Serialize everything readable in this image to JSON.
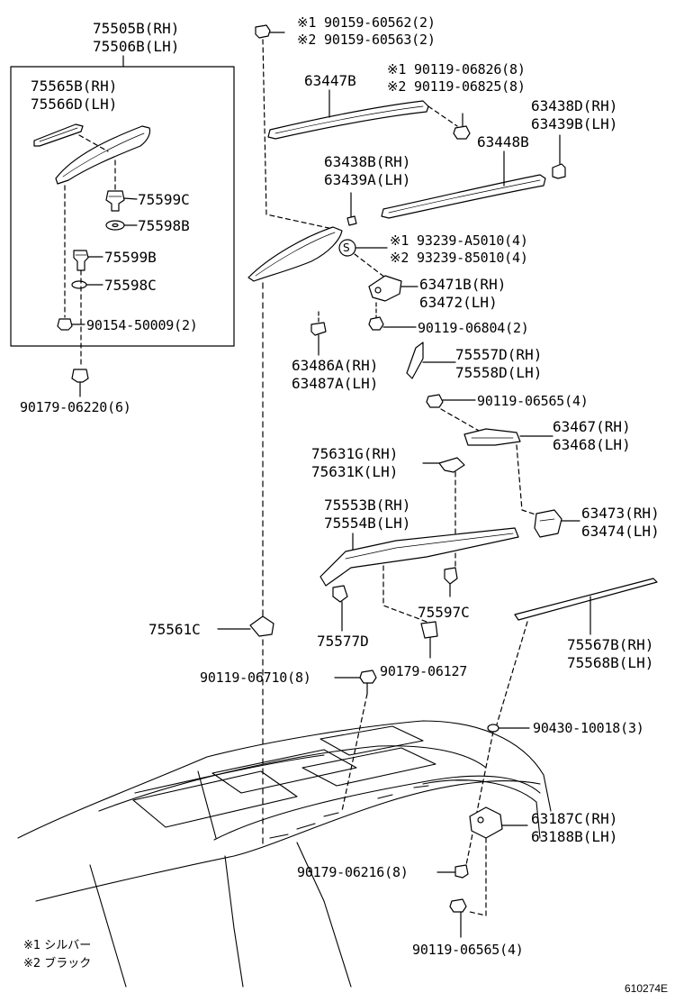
{
  "labels": {
    "l75505": [
      "75505B(RH)",
      "75506B(LH)"
    ],
    "l75565": [
      "75565B(RH)",
      "75566D(LH)"
    ],
    "l75599c": "75599C",
    "l75598b": "75598B",
    "l75599b": "75599B",
    "l75598c": "75598C",
    "l90154": "90154-50009(2)",
    "l90179a": "90179-06220(6)",
    "l90159": [
      "※1 90159-60562(2)",
      "※2 90159-60563(2)"
    ],
    "l63447": "63447B",
    "l90119a": [
      "※1 90119-06826(8)",
      "※2 90119-06825(8)"
    ],
    "l63438d": [
      "63438D(RH)",
      "63439B(LH)"
    ],
    "l63448": "63448B",
    "l63438b": [
      "63438B(RH)",
      "63439A(LH)"
    ],
    "l93239": [
      "※1 93239-A5010(4)",
      "※2 93239-85010(4)"
    ],
    "s_symbol": "S",
    "l63471": [
      "63471B(RH)",
      "63472(LH)"
    ],
    "l90119b": "90119-06804(2)",
    "l63486": [
      "63486A(RH)",
      "63487A(LH)"
    ],
    "l75557": [
      "75557D(RH)",
      "75558D(LH)"
    ],
    "l90119c": "90119-06565(4)",
    "l63467": [
      "63467(RH)",
      "63468(LH)"
    ],
    "l75631": [
      "75631G(RH)",
      "75631K(LH)"
    ],
    "l75553": [
      "75553B(RH)",
      "75554B(LH)"
    ],
    "l63473": [
      "63473(RH)",
      "63474(LH)"
    ],
    "l75597c": "75597C",
    "l75561c": "75561C",
    "l75577d": "75577D",
    "l90179b": "90179-06127",
    "l75567": [
      "75567B(RH)",
      "75568B(LH)"
    ],
    "l90119d": "90119-06710(8)",
    "l90430": "90430-10018(3)",
    "l63187": [
      "63187C(RH)",
      "63188B(LH)"
    ],
    "l90179c": "90179-06216(8)",
    "l90119e": "90119-06565(4)"
  },
  "notes": [
    "※1 シルバー",
    "※2 ブラック"
  ],
  "figure_code": "610274E"
}
